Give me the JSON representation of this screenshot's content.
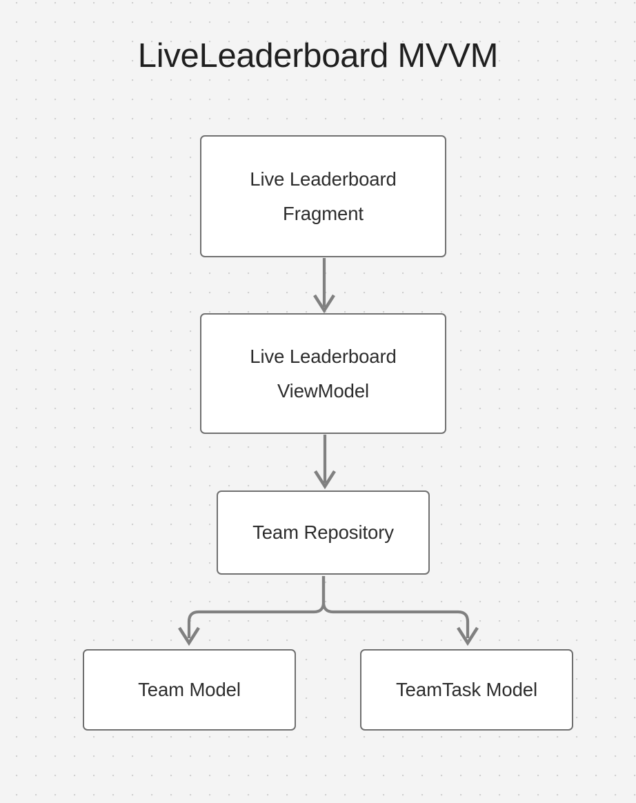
{
  "diagram": {
    "title": "LiveLeaderboard MVVM",
    "type": "flowchart",
    "background_color": "#f4f4f4",
    "grid": "dot-grid",
    "node_fill_color": "#ffffff",
    "node_border_color": "#6f6f6f",
    "edge_color": "#808080",
    "title_color": "#1f1f1f",
    "node_text_color": "#2c2c2c",
    "nodes": [
      {
        "id": "fragment",
        "label": "Live Leaderboard\nFragment"
      },
      {
        "id": "viewmodel",
        "label": "Live Leaderboard\nViewModel"
      },
      {
        "id": "repository",
        "label": "Team Repository"
      },
      {
        "id": "team_model",
        "label": "Team Model"
      },
      {
        "id": "teamtask_model",
        "label": "TeamTask Model"
      }
    ],
    "edges": [
      {
        "from": "fragment",
        "to": "viewmodel",
        "style": "straight-arrow"
      },
      {
        "from": "viewmodel",
        "to": "repository",
        "style": "straight-arrow"
      },
      {
        "from": "repository",
        "to": "team_model",
        "style": "branch-arrow"
      },
      {
        "from": "repository",
        "to": "teamtask_model",
        "style": "branch-arrow"
      }
    ]
  }
}
